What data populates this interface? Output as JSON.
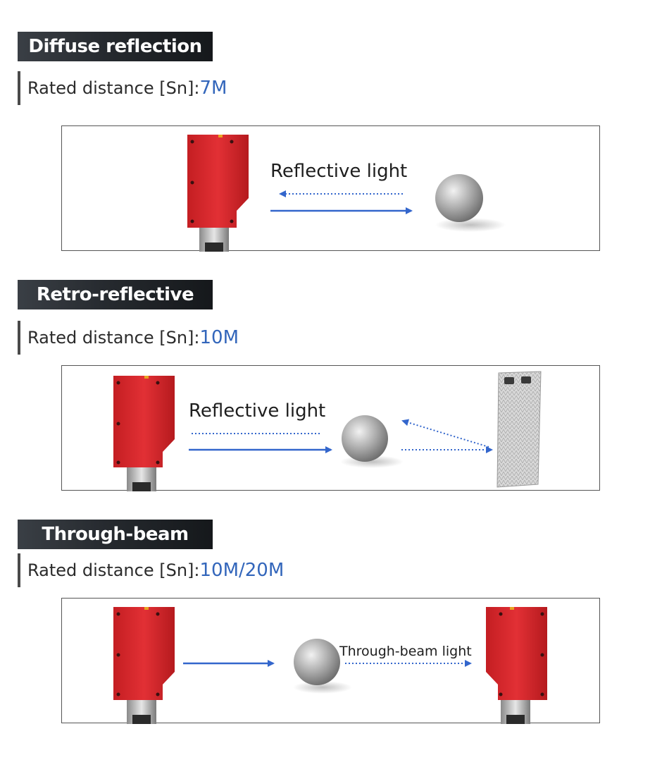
{
  "sections": [
    {
      "title": "Diffuse reflection",
      "rated_label": "Rated distance [Sn]:",
      "rated_value": "7M",
      "diagram_label": "Reflective light"
    },
    {
      "title": "Retro-reflective",
      "rated_label": "Rated distance [Sn]:",
      "rated_value": "10M",
      "diagram_label": "Reflective light"
    },
    {
      "title": "Through-beam",
      "rated_label": "Rated distance [Sn]:",
      "rated_value": "10M/20M",
      "diagram_label": "Through-beam light"
    }
  ],
  "colors": {
    "sensor_red": "#d8262a",
    "arrow_blue": "#3366cc",
    "value_blue": "#3366bb"
  }
}
